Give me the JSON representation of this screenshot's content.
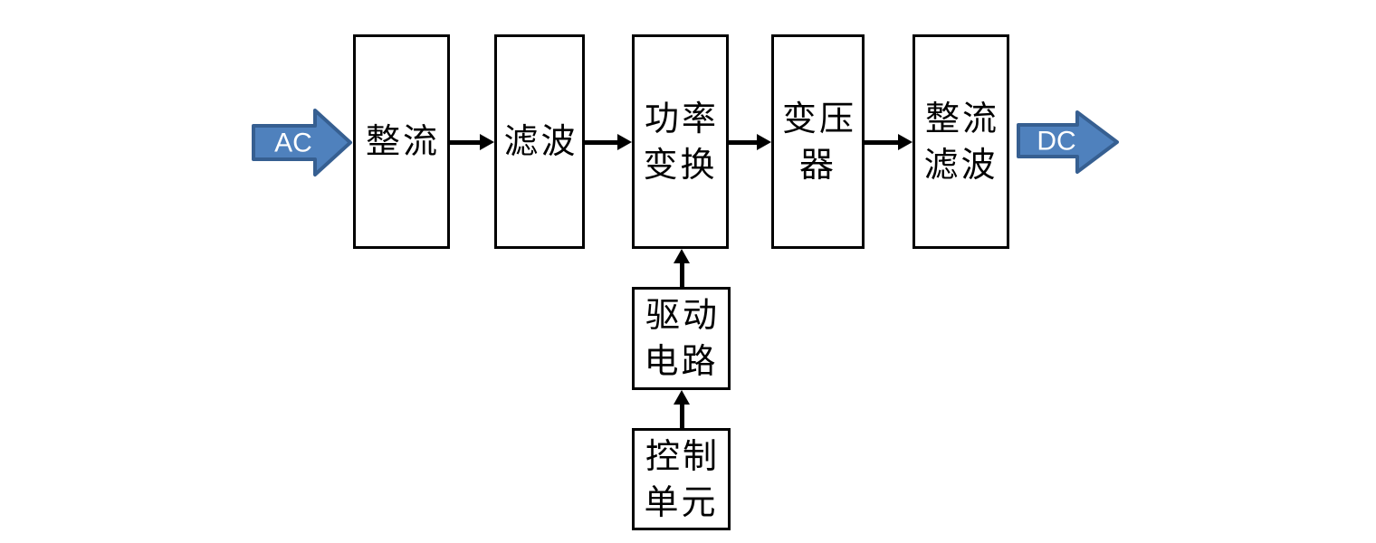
{
  "input_arrow": {
    "label": "AC"
  },
  "output_arrow": {
    "label": "DC"
  },
  "blocks": {
    "rectifier": {
      "label": "整流"
    },
    "filter": {
      "label": "滤波"
    },
    "power_conversion": {
      "label": "功率\n变换"
    },
    "transformer": {
      "label": "变压\n器"
    },
    "rectifier_filter": {
      "label": "整流\n滤波"
    },
    "drive_circuit": {
      "label": "驱动\n电路"
    },
    "control_unit": {
      "label": "控制\n单元"
    }
  },
  "colors": {
    "background": "#ffffff",
    "text": "#000000",
    "box_border": "#000000",
    "connector": "#000000",
    "block_arrow_fill": "#4f81bd",
    "block_arrow_border": "#365f91",
    "block_arrow_text": "#ffffff"
  }
}
